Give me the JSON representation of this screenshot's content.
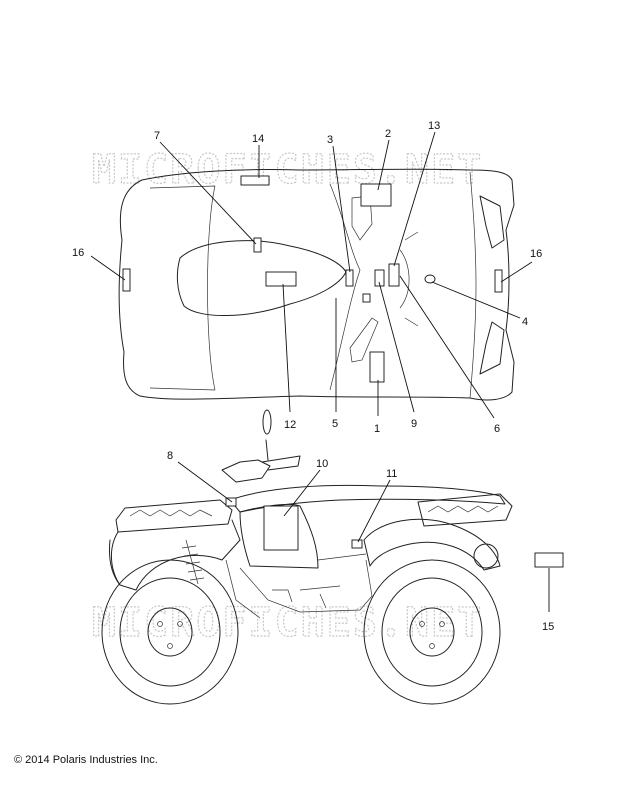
{
  "watermarks": [
    "MICROFICHES.NET",
    "MICROFICHES.NET"
  ],
  "callouts": {
    "c1": "1",
    "c2": "2",
    "c3": "3",
    "c4": "4",
    "c5": "5",
    "c6": "6",
    "c7": "7",
    "c8": "8",
    "c9": "9",
    "c10": "10",
    "c11": "11",
    "c12": "12",
    "c13": "13",
    "c14": "14",
    "c15": "15",
    "c16a": "16",
    "c16b": "16"
  },
  "copyright": "© 2014 Polaris Industries Inc."
}
